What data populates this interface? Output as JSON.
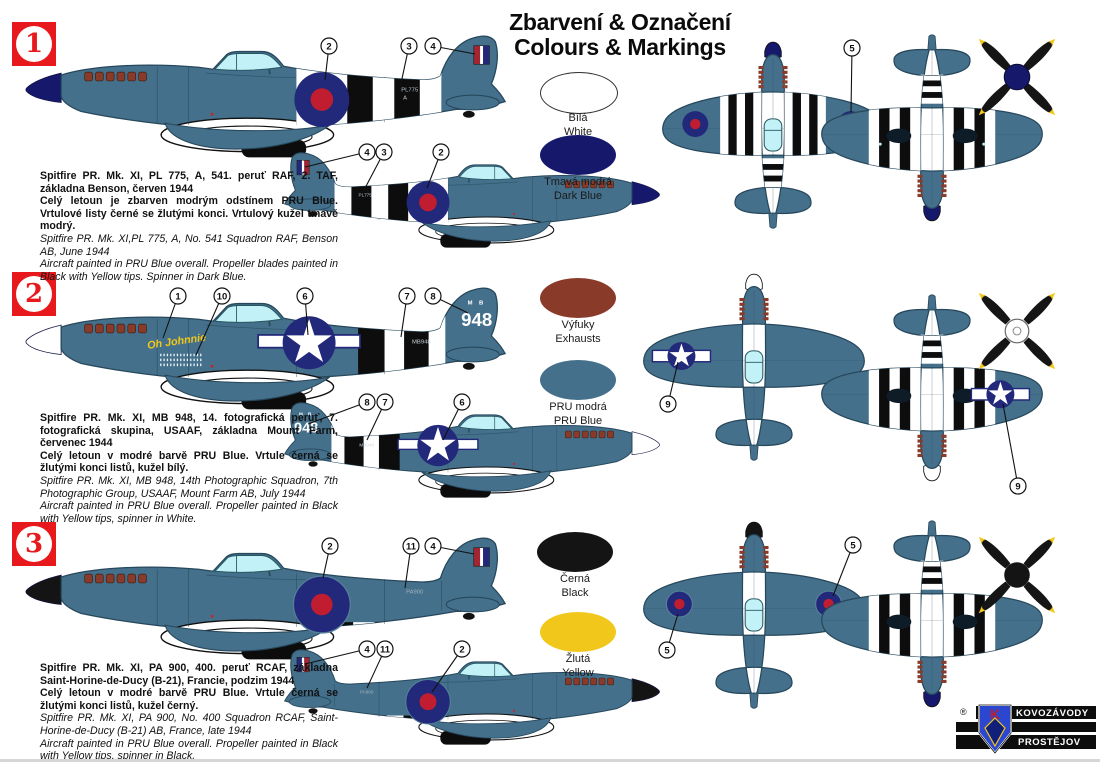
{
  "title": {
    "cz": "Zbarvení & Označení",
    "en": "Colours & Markings"
  },
  "colors": {
    "pru_blue": "#44708C",
    "pru_blue_dark": "#27485C",
    "dark_blue": "#16186B",
    "roundel_blue": "#22287A",
    "insignia_red": "#C01E30",
    "fin_flash_red": "#A32432",
    "exhaust_brown": "#8A3A28",
    "black": "#141414",
    "white": "#FFFFFF",
    "yellow": "#F2C71B",
    "canopy_glass": "#C2F2F8",
    "badge_red": "#E8191C"
  },
  "swatches": [
    {
      "cz": "Bílá",
      "en": "White",
      "color": "#FFFFFF"
    },
    {
      "cz": "Tmavá modrá",
      "en": "Dark Blue",
      "color": "#16186B"
    },
    {
      "cz": "Výfuky",
      "en": "Exhausts",
      "color": "#8A3A28"
    },
    {
      "cz": "PRU modrá",
      "en": "PRU Blue",
      "color": "#44708C"
    },
    {
      "cz": "Černá",
      "en": "Black",
      "color": "#141414"
    },
    {
      "cz": "Žlutá",
      "en": "Yellow",
      "color": "#F2C71B"
    }
  ],
  "sections": [
    {
      "number": "1",
      "cz_title": "Spitfire PR. Mk. XI, PL 775, A, 541. peruť RAF, 2. TAF, základna Benson, červen 1944",
      "cz_body": "Celý letoun je zbarven modrým odstínem PRU Blue. Vrtulové listy černé se žlutými konci. Vrtulový kužel tmavě modrý.",
      "en_title": "Spitfire PR. Mk. XI,PL 775,  A, No. 541 Squadron RAF, Benson AB, June 1944",
      "en_body": "Aircraft painted in PRU Blue overall. Propeller blades painted in Black with Yellow tips. Spinner in Dark Blue.",
      "serial": "PL775",
      "code": "A",
      "callouts": {
        "top": [
          "2",
          "3",
          "4"
        ],
        "side2": [
          "4",
          "3",
          "2"
        ],
        "plan": [
          "5"
        ]
      }
    },
    {
      "number": "2",
      "cz_title": "Spitfire PR. Mk. XI,  MB 948, 14. fotografická peruť, 7. fotografická skupina, USAAF, základna Mount Farm, červenec 1944",
      "cz_body": "Celý letoun v modré barvě PRU Blue. Vrtule černá se žlutými konci listů, kužel bílý.",
      "en_title": "Spitfire PR. Mk. XI,  MB 948, 14th Photographic Squadron, 7th Photographic Group, USAAF, Mount Farm AB, July 1944",
      "en_body": "Aircraft painted in PRU Blue overall. Propeller  painted in Black with Yellow tips, spinner in White.",
      "serial": "MB948",
      "tail_code_top": "M B",
      "tail_code_num": "948",
      "nose_art": "Oh Johnnie",
      "callouts": {
        "top": [
          "1",
          "10",
          "6",
          "7",
          "8"
        ],
        "side2": [
          "8",
          "7",
          "6"
        ],
        "plan": [
          "9",
          "9"
        ]
      }
    },
    {
      "number": "3",
      "cz_title": "Spitfire PR. Mk. XI,  PA 900, 400. peruť  RCAF, základna Saint-Horine-de-Ducy (B-21), Francie, podzim 1944",
      "cz_body": "Celý letoun v modré barvě PRU Blue. Vrtule černá se žlutými konci listů, kužel černý.",
      "en_title": "Spitfire PR. Mk. XI,  PA 900, No. 400 Squadron RCAF, Saint-Horine-de-Ducy (B-21)  AB, France, late 1944",
      "en_body": "Aircraft painted in PRU Blue overall. Propeller  painted in Black with Yellow tips, spinner in Black.",
      "serial": "PA900",
      "callouts": {
        "top": [
          "2",
          "11",
          "4"
        ],
        "side2": [
          "4",
          "11",
          "2"
        ],
        "plan": [
          "5",
          "5"
        ]
      }
    }
  ],
  "logo": {
    "registered": "®",
    "k": "K",
    "line1": "KOVOZÁVODY",
    "line2": "PROSTĚJOV"
  }
}
